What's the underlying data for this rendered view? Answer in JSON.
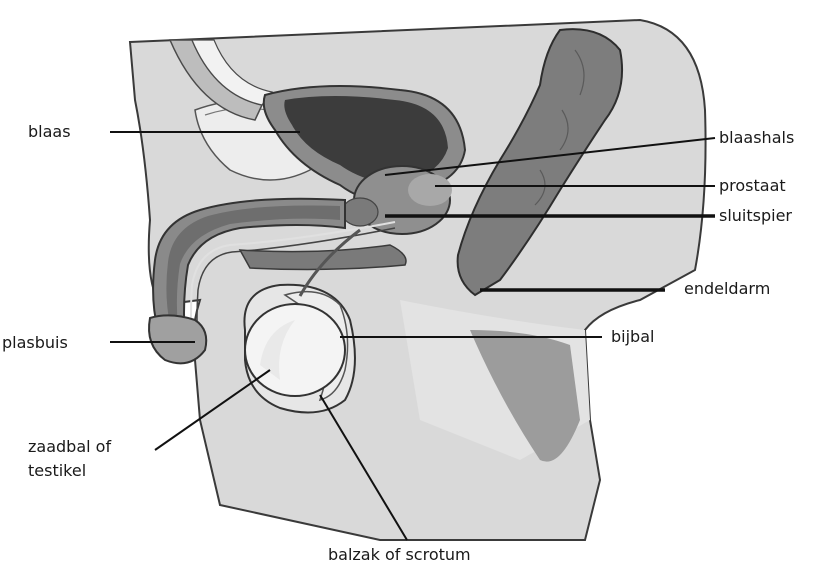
{
  "labels": {
    "blaas": "blaas",
    "blaashals": "blaashals",
    "prostaat": "prostaat",
    "sluitspier": "sluitspier",
    "endeldarm": "endeldarm",
    "bijbal": "bijbal",
    "plasbuis": "plasbuis",
    "zaadbal_line1": "zaadbal of",
    "zaadbal_line2": "testikel",
    "balzak": "balzak of scrotum"
  },
  "colors": {
    "body_fill": "#d9d9d9",
    "pale_fill": "#ebebeb",
    "bladder_dark": "#3c3c3c",
    "organ_mid": "#8a8a8a",
    "rectum": "#7d7d7d",
    "testis_fill": "#f4f4f4",
    "line": "#111111"
  }
}
